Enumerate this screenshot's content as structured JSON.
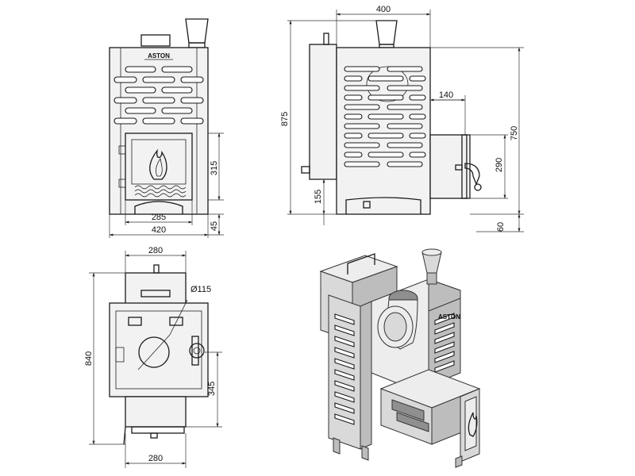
{
  "front_view": {
    "brand": "ASTON",
    "dims": {
      "door_height": "315",
      "door_width": "285",
      "total_width": "420",
      "leg_height": "45"
    }
  },
  "side_view": {
    "dims": {
      "width": "400",
      "total_height": "875",
      "chimney_offset": "140",
      "body_height": "750",
      "door_height": "290",
      "bottom_height": "155",
      "leg_height": "60"
    }
  },
  "top_view": {
    "dims": {
      "top_width": "280",
      "pipe_diameter": "Ø115",
      "depth": "840",
      "pipe_offset": "345",
      "bottom_width": "280"
    }
  }
}
